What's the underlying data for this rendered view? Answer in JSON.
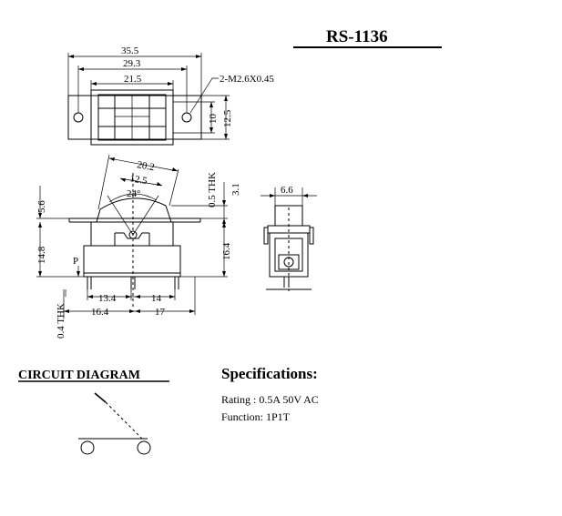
{
  "title": "RS-1136",
  "top_view": {
    "dim_overall": "35.5",
    "dim_hole_pitch": "29.3",
    "dim_body": "21.5",
    "screw_note": "2-M2.6X0.45",
    "dim_body_height": "10",
    "dim_flange_height": "12.5"
  },
  "side_view": {
    "dim_actuator_outer": "20.2",
    "dim_actuator_inner": "12.5",
    "angle": "24°",
    "plate_thk": "0.5 THK",
    "dim_top": "3.1",
    "dim_left_top": "5.6",
    "dim_left_mid": "14.8",
    "dim_right_height": "16.4",
    "p_label": "P",
    "term_thk": "0.4 THK",
    "dim_13_4": "13.4",
    "dim_14": "14",
    "dim_16_4": "16.4",
    "dim_17": "17"
  },
  "end_view": {
    "dim_width": "6.6"
  },
  "circuit": {
    "heading": "CIRCUIT DIAGRAM"
  },
  "specs": {
    "heading": "Specifications:",
    "rating": "Rating : 0.5A 50V AC",
    "function": "Function: 1P1T"
  }
}
